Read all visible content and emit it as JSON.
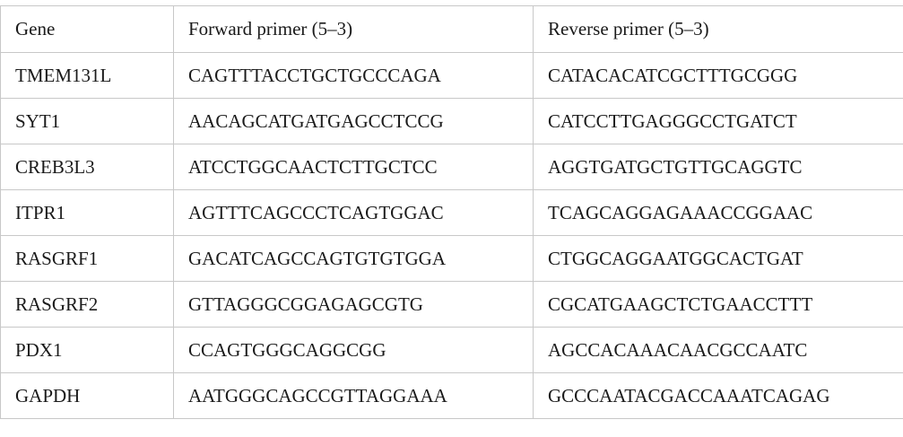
{
  "table": {
    "headers": [
      "Gene",
      "Forward primer (5–3)",
      "Reverse primer (5–3)"
    ],
    "rows": [
      [
        "TMEM131L",
        "CAGTTTACCTGCTGCCCAGA",
        "CATACACATCGCTTTGCGGG"
      ],
      [
        "SYT1",
        "AACAGCATGATGAGCCTCCG",
        "CATCCTTGAGGGCCTGATCT"
      ],
      [
        "CREB3L3",
        "ATCCTGGCAACTCTTGCTCC",
        "AGGTGATGCTGTTGCAGGTC"
      ],
      [
        "ITPR1",
        "AGTTTCAGCCCTCAGTGGAC",
        "TCAGCAGGAGAAACCGGAAC"
      ],
      [
        "RASGRF1",
        "GACATCAGCCAGTGTGTGGA",
        "CTGGCAGGAATGGCACTGAT"
      ],
      [
        "RASGRF2",
        "GTTAGGGCGGAGAGCGTG",
        "CGCATGAAGCTCTGAACCTTT"
      ],
      [
        "PDX1",
        "CCAGTGGGCAGGCGG",
        "AGCCACAAACAACGCCAATC"
      ],
      [
        "GAPDH",
        "AATGGGCAGCCGTTAGGAAA",
        "GCCCAATACGACCAAATCAGAG"
      ]
    ]
  },
  "colors": {
    "border": "#c8c8c8",
    "text": "#1a1a1a",
    "background": "#ffffff"
  }
}
